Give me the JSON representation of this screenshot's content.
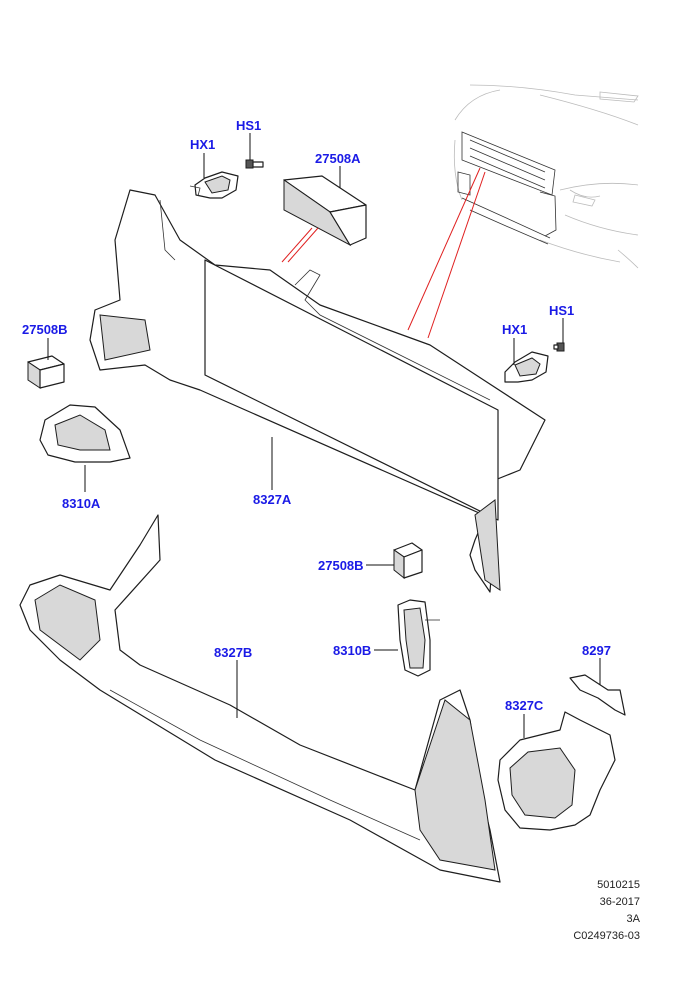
{
  "callouts": {
    "hx1_top": "HX1",
    "hs1_top": "HS1",
    "p27508a": "27508A",
    "p27508b_left": "27508B",
    "hs1_right": "HS1",
    "hx1_right": "HX1",
    "p8310a": "8310A",
    "p8327a": "8327A",
    "p27508b_mid": "27508B",
    "p8310b": "8310B",
    "p8327b": "8327B",
    "p8297": "8297",
    "p8327c": "8327C"
  },
  "reference": {
    "line1": "5010215",
    "line2": "36-2017",
    "line3": "3A",
    "line4": "C0249736-03"
  },
  "colors": {
    "callout": "#1a1ae6",
    "leader_red": "#e02020"
  }
}
